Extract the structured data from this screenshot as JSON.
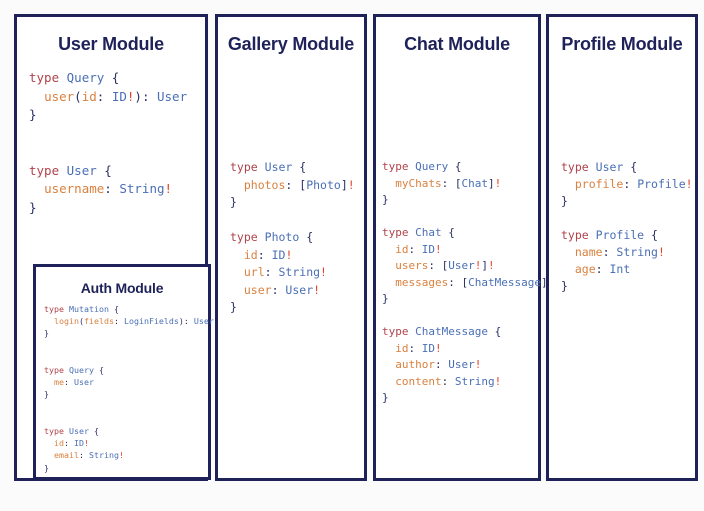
{
  "canvas": {
    "background": "#fbfbfb",
    "card_border_color": "#1f2259",
    "card_fill": "#ffffff"
  },
  "palette": {
    "keyword": "#b0434b",
    "type_name": "#4a6fb5",
    "field_name": "#d9813f",
    "punctuation": "#2b2f63",
    "bang": "#e0442b",
    "title": "#1f2259"
  },
  "modules": [
    {
      "id": "user",
      "title": "User Module",
      "code_lines": [
        [
          {
            "t": "type",
            "c": "k"
          },
          {
            "t": " ",
            "c": "p"
          },
          {
            "t": "Query",
            "c": "t"
          },
          {
            "t": " {",
            "c": "p"
          }
        ],
        [
          {
            "t": "  ",
            "c": "p"
          },
          {
            "t": "user",
            "c": "f"
          },
          {
            "t": "(",
            "c": "p"
          },
          {
            "t": "id",
            "c": "f"
          },
          {
            "t": ": ",
            "c": "p"
          },
          {
            "t": "ID",
            "c": "t"
          },
          {
            "t": "!",
            "c": "b"
          },
          {
            "t": "): ",
            "c": "p"
          },
          {
            "t": "User",
            "c": "t"
          }
        ],
        [
          {
            "t": "}",
            "c": "p"
          }
        ],
        [
          {
            "t": "",
            "c": "p"
          }
        ],
        [
          {
            "t": "",
            "c": "p"
          }
        ],
        [
          {
            "t": "type",
            "c": "k"
          },
          {
            "t": " ",
            "c": "p"
          },
          {
            "t": "User",
            "c": "t"
          },
          {
            "t": " {",
            "c": "p"
          }
        ],
        [
          {
            "t": "  ",
            "c": "p"
          },
          {
            "t": "username",
            "c": "f"
          },
          {
            "t": ": ",
            "c": "p"
          },
          {
            "t": "String",
            "c": "t"
          },
          {
            "t": "!",
            "c": "b"
          }
        ],
        [
          {
            "t": "}",
            "c": "p"
          }
        ]
      ]
    },
    {
      "id": "auth",
      "title": "Auth Module",
      "code_lines": [
        [
          {
            "t": "type",
            "c": "k"
          },
          {
            "t": " ",
            "c": "p"
          },
          {
            "t": "Mutation",
            "c": "t"
          },
          {
            "t": " {",
            "c": "p"
          }
        ],
        [
          {
            "t": "  ",
            "c": "p"
          },
          {
            "t": "login",
            "c": "f"
          },
          {
            "t": "(",
            "c": "p"
          },
          {
            "t": "fields",
            "c": "f"
          },
          {
            "t": ": ",
            "c": "p"
          },
          {
            "t": "LoginFields",
            "c": "t"
          },
          {
            "t": "): ",
            "c": "p"
          },
          {
            "t": "User",
            "c": "t"
          }
        ],
        [
          {
            "t": "}",
            "c": "p"
          }
        ],
        [
          {
            "t": "",
            "c": "p"
          }
        ],
        [
          {
            "t": "",
            "c": "p"
          }
        ],
        [
          {
            "t": "type",
            "c": "k"
          },
          {
            "t": " ",
            "c": "p"
          },
          {
            "t": "Query",
            "c": "t"
          },
          {
            "t": " {",
            "c": "p"
          }
        ],
        [
          {
            "t": "  ",
            "c": "p"
          },
          {
            "t": "me",
            "c": "f"
          },
          {
            "t": ": ",
            "c": "p"
          },
          {
            "t": "User",
            "c": "t"
          }
        ],
        [
          {
            "t": "}",
            "c": "p"
          }
        ],
        [
          {
            "t": "",
            "c": "p"
          }
        ],
        [
          {
            "t": "",
            "c": "p"
          }
        ],
        [
          {
            "t": "type",
            "c": "k"
          },
          {
            "t": " ",
            "c": "p"
          },
          {
            "t": "User",
            "c": "t"
          },
          {
            "t": " {",
            "c": "p"
          }
        ],
        [
          {
            "t": "  ",
            "c": "p"
          },
          {
            "t": "id",
            "c": "f"
          },
          {
            "t": ": ",
            "c": "p"
          },
          {
            "t": "ID",
            "c": "t"
          },
          {
            "t": "!",
            "c": "b"
          }
        ],
        [
          {
            "t": "  ",
            "c": "p"
          },
          {
            "t": "email",
            "c": "f"
          },
          {
            "t": ": ",
            "c": "p"
          },
          {
            "t": "String",
            "c": "t"
          },
          {
            "t": "!",
            "c": "b"
          }
        ],
        [
          {
            "t": "}",
            "c": "p"
          }
        ]
      ]
    },
    {
      "id": "gallery",
      "title": "Gallery Module",
      "code_lines": [
        [
          {
            "t": "type",
            "c": "k"
          },
          {
            "t": " ",
            "c": "p"
          },
          {
            "t": "User",
            "c": "t"
          },
          {
            "t": " {",
            "c": "p"
          }
        ],
        [
          {
            "t": "  ",
            "c": "p"
          },
          {
            "t": "photos",
            "c": "f"
          },
          {
            "t": ": [",
            "c": "p"
          },
          {
            "t": "Photo",
            "c": "t"
          },
          {
            "t": "]",
            "c": "p"
          },
          {
            "t": "!",
            "c": "b"
          }
        ],
        [
          {
            "t": "}",
            "c": "p"
          }
        ],
        [
          {
            "t": "",
            "c": "p"
          }
        ],
        [
          {
            "t": "type",
            "c": "k"
          },
          {
            "t": " ",
            "c": "p"
          },
          {
            "t": "Photo",
            "c": "t"
          },
          {
            "t": " {",
            "c": "p"
          }
        ],
        [
          {
            "t": "  ",
            "c": "p"
          },
          {
            "t": "id",
            "c": "f"
          },
          {
            "t": ": ",
            "c": "p"
          },
          {
            "t": "ID",
            "c": "t"
          },
          {
            "t": "!",
            "c": "b"
          }
        ],
        [
          {
            "t": "  ",
            "c": "p"
          },
          {
            "t": "url",
            "c": "f"
          },
          {
            "t": ": ",
            "c": "p"
          },
          {
            "t": "String",
            "c": "t"
          },
          {
            "t": "!",
            "c": "b"
          }
        ],
        [
          {
            "t": "  ",
            "c": "p"
          },
          {
            "t": "user",
            "c": "f"
          },
          {
            "t": ": ",
            "c": "p"
          },
          {
            "t": "User",
            "c": "t"
          },
          {
            "t": "!",
            "c": "b"
          }
        ],
        [
          {
            "t": "}",
            "c": "p"
          }
        ]
      ]
    },
    {
      "id": "chat",
      "title": "Chat Module",
      "code_lines": [
        [
          {
            "t": "type",
            "c": "k"
          },
          {
            "t": " ",
            "c": "p"
          },
          {
            "t": "Query",
            "c": "t"
          },
          {
            "t": " {",
            "c": "p"
          }
        ],
        [
          {
            "t": "  ",
            "c": "p"
          },
          {
            "t": "myChats",
            "c": "f"
          },
          {
            "t": ": [",
            "c": "p"
          },
          {
            "t": "Chat",
            "c": "t"
          },
          {
            "t": "]",
            "c": "p"
          },
          {
            "t": "!",
            "c": "b"
          }
        ],
        [
          {
            "t": "}",
            "c": "p"
          }
        ],
        [
          {
            "t": "",
            "c": "p"
          }
        ],
        [
          {
            "t": "type",
            "c": "k"
          },
          {
            "t": " ",
            "c": "p"
          },
          {
            "t": "Chat",
            "c": "t"
          },
          {
            "t": " {",
            "c": "p"
          }
        ],
        [
          {
            "t": "  ",
            "c": "p"
          },
          {
            "t": "id",
            "c": "f"
          },
          {
            "t": ": ",
            "c": "p"
          },
          {
            "t": "ID",
            "c": "t"
          },
          {
            "t": "!",
            "c": "b"
          }
        ],
        [
          {
            "t": "  ",
            "c": "p"
          },
          {
            "t": "users",
            "c": "f"
          },
          {
            "t": ": [",
            "c": "p"
          },
          {
            "t": "User",
            "c": "t"
          },
          {
            "t": "!",
            "c": "b"
          },
          {
            "t": "]",
            "c": "p"
          },
          {
            "t": "!",
            "c": "b"
          }
        ],
        [
          {
            "t": "  ",
            "c": "p"
          },
          {
            "t": "messages",
            "c": "f"
          },
          {
            "t": ": [",
            "c": "p"
          },
          {
            "t": "ChatMessage",
            "c": "t"
          },
          {
            "t": "]",
            "c": "p"
          },
          {
            "t": "!",
            "c": "b"
          }
        ],
        [
          {
            "t": "}",
            "c": "p"
          }
        ],
        [
          {
            "t": "",
            "c": "p"
          }
        ],
        [
          {
            "t": "type",
            "c": "k"
          },
          {
            "t": " ",
            "c": "p"
          },
          {
            "t": "ChatMessage",
            "c": "t"
          },
          {
            "t": " {",
            "c": "p"
          }
        ],
        [
          {
            "t": "  ",
            "c": "p"
          },
          {
            "t": "id",
            "c": "f"
          },
          {
            "t": ": ",
            "c": "p"
          },
          {
            "t": "ID",
            "c": "t"
          },
          {
            "t": "!",
            "c": "b"
          }
        ],
        [
          {
            "t": "  ",
            "c": "p"
          },
          {
            "t": "author",
            "c": "f"
          },
          {
            "t": ": ",
            "c": "p"
          },
          {
            "t": "User",
            "c": "t"
          },
          {
            "t": "!",
            "c": "b"
          }
        ],
        [
          {
            "t": "  ",
            "c": "p"
          },
          {
            "t": "content",
            "c": "f"
          },
          {
            "t": ": ",
            "c": "p"
          },
          {
            "t": "String",
            "c": "t"
          },
          {
            "t": "!",
            "c": "b"
          }
        ],
        [
          {
            "t": "}",
            "c": "p"
          }
        ]
      ]
    },
    {
      "id": "profile",
      "title": "Profile Module",
      "code_lines": [
        [
          {
            "t": "type",
            "c": "k"
          },
          {
            "t": " ",
            "c": "p"
          },
          {
            "t": "User",
            "c": "t"
          },
          {
            "t": " {",
            "c": "p"
          }
        ],
        [
          {
            "t": "  ",
            "c": "p"
          },
          {
            "t": "profile",
            "c": "f"
          },
          {
            "t": ": ",
            "c": "p"
          },
          {
            "t": "Profile",
            "c": "t"
          },
          {
            "t": "!",
            "c": "b"
          }
        ],
        [
          {
            "t": "}",
            "c": "p"
          }
        ],
        [
          {
            "t": "",
            "c": "p"
          }
        ],
        [
          {
            "t": "type",
            "c": "k"
          },
          {
            "t": " ",
            "c": "p"
          },
          {
            "t": "Profile",
            "c": "t"
          },
          {
            "t": " {",
            "c": "p"
          }
        ],
        [
          {
            "t": "  ",
            "c": "p"
          },
          {
            "t": "name",
            "c": "f"
          },
          {
            "t": ": ",
            "c": "p"
          },
          {
            "t": "String",
            "c": "t"
          },
          {
            "t": "!",
            "c": "b"
          }
        ],
        [
          {
            "t": "  ",
            "c": "p"
          },
          {
            "t": "age",
            "c": "f"
          },
          {
            "t": ": ",
            "c": "p"
          },
          {
            "t": "Int",
            "c": "t"
          }
        ],
        [
          {
            "t": "}",
            "c": "p"
          }
        ]
      ]
    }
  ]
}
